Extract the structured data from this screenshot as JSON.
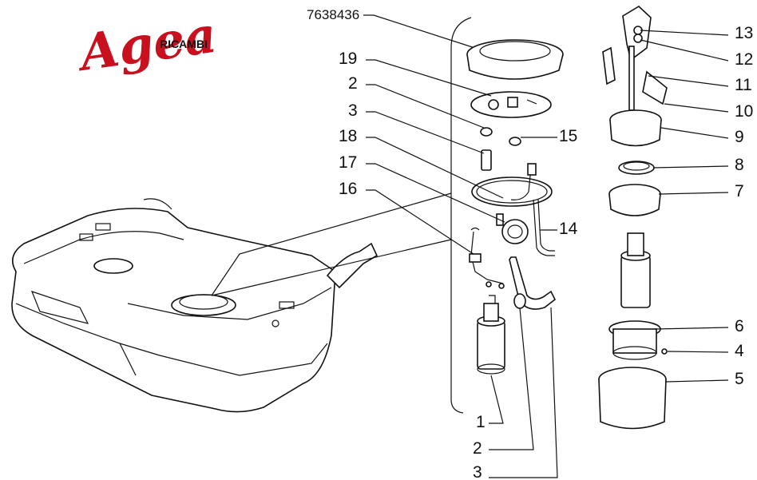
{
  "logo": {
    "brand": "Agea",
    "subtitle": "RICAMBI",
    "brand_color": "#c8101f"
  },
  "part_code": "7638436",
  "callouts_left": [
    "19",
    "2",
    "3",
    "18",
    "17",
    "16"
  ],
  "callouts_right_mid": [
    "15",
    "14"
  ],
  "callouts_right": [
    "13",
    "12",
    "11",
    "10",
    "9",
    "8",
    "7",
    "6",
    "4",
    "5"
  ],
  "callouts_bottom": [
    "1",
    "2",
    "3"
  ]
}
